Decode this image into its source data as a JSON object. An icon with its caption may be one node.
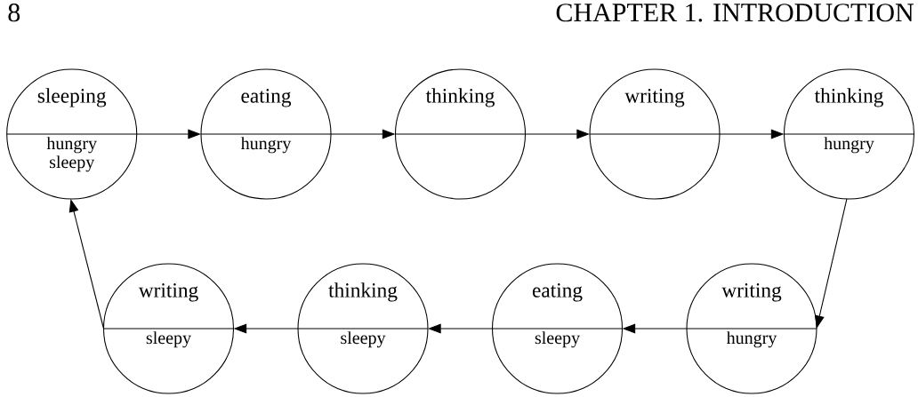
{
  "diagram": {
    "nodes": [
      {
        "text": [
          "sleeping",
          "hungry",
          "sleepy"
        ]
      },
      {
        "text": [
          "eating",
          "hungry"
        ]
      },
      {
        "text": [
          "thinking"
        ]
      },
      {
        "text": [
          "writing"
        ]
      },
      {
        "text": [
          "thinking",
          "hungry"
        ]
      },
      {
        "text": [
          "writing",
          "sleepy"
        ]
      },
      {
        "text": [
          "thinking",
          "sleepy"
        ]
      },
      {
        "text": [
          "eating",
          "sleepy"
        ]
      },
      {
        "text": [
          "writing",
          "hungry"
        ]
      }
    ],
    "edges": [
      {
        "from": 0,
        "to": 1,
        "arrow": "to"
      },
      {
        "from": 1,
        "to": 2,
        "arrow": "to"
      },
      {
        "from": 2,
        "to": 3,
        "arrow": "to"
      },
      {
        "from": 3,
        "to": 4,
        "arrow": "to"
      },
      {
        "from": 4,
        "to": 8,
        "arrow": "to"
      },
      {
        "from": 8,
        "to": 7,
        "arrow": "to"
      },
      {
        "from": 7,
        "to": 6,
        "arrow": "to"
      },
      {
        "from": 6,
        "to": 5,
        "arrow": "to"
      },
      {
        "from": 5,
        "to": 0,
        "arrow": "to"
      }
    ],
    "labels": [
      "8",
      "CHAPTER 1. INTRODUCTION"
    ]
  }
}
